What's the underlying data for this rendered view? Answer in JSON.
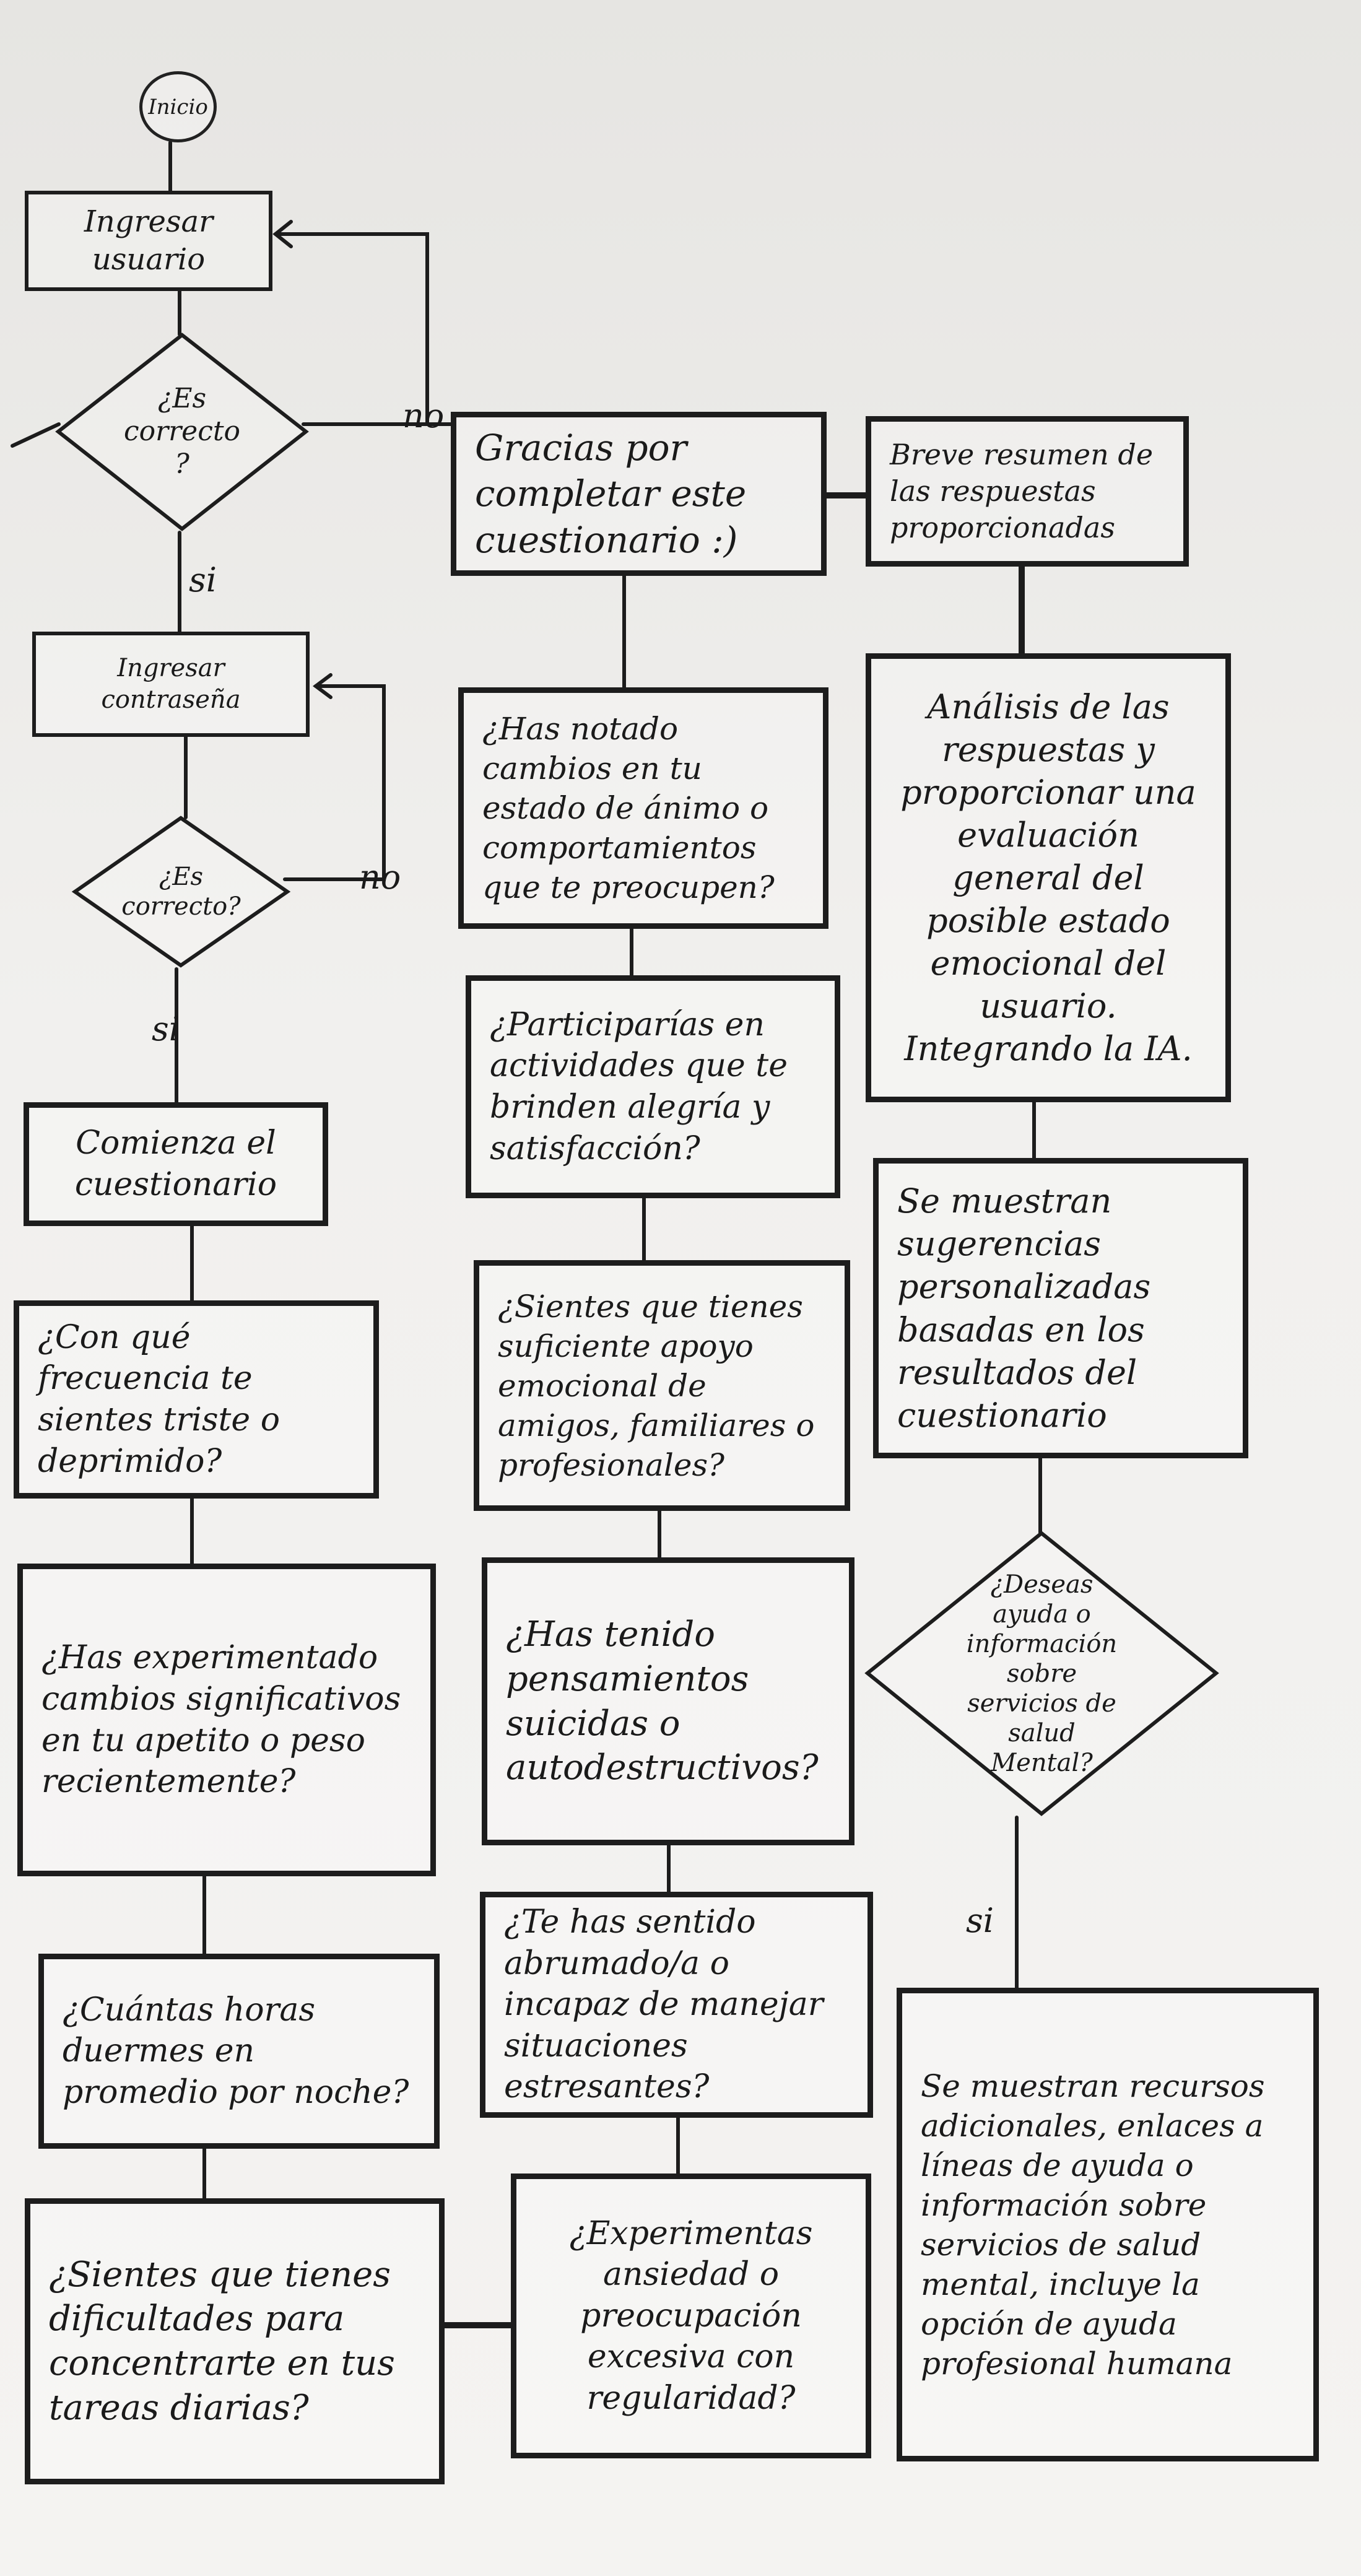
{
  "start": "Inicio",
  "nodes": {
    "ingresar_usuario": "Ingresar usuario",
    "es_correcto_1": "¿Es correcto ?",
    "ingresar_contrasena": "Ingresar contraseña",
    "es_correcto_2": "¿Es correcto?",
    "comienza": "Comienza el cuestionario",
    "q1": "¿Con qué frecuencia te sientes triste o deprimido?",
    "q2": "¿Has experimentado cambios significativos en tu apetito o peso recientemente?",
    "q3": "¿Cuántas horas duermes en promedio por noche?",
    "q4": "¿Sientes que tienes dificultades para concentrarte en tus tareas diarias?",
    "q5": "¿Experimentas ansiedad o preocupación excesiva con regularidad?",
    "q6": "¿Te has sentido abrumado/a o incapaz de manejar situaciones estresantes?",
    "q7": "¿Has tenido pensamientos suicidas o autodestructivos?",
    "q8": "¿Sientes que tienes suficiente apoyo emocional de amigos, familiares o profesionales?",
    "q9": "¿Participarías en actividades que te brinden alegría y satisfacción?",
    "q10": "¿Has notado cambios en tu estado de ánimo o comportamientos que te preocupen?",
    "gracias": "Gracias por completar este cuestionario :)",
    "resumen": "Breve resumen de las respuestas proporcionadas",
    "analisis": "Análisis de las respuestas y proporcionar una evaluación general del posible estado emocional del usuario. Integrando la IA.",
    "sugerencias": "Se muestran sugerencias personalizadas basadas en los resultados del cuestionario",
    "desea_ayuda": "¿Deseas ayuda o información sobre servicios de salud Mental?",
    "recursos": "Se muestran recursos adicionales, enlaces a líneas de ayuda o información sobre servicios de salud mental, incluye la opción de ayuda profesional humana"
  },
  "labels": {
    "no_1": "no",
    "si_1": "si",
    "no_2": "no",
    "si_2": "si",
    "si_3": "si"
  }
}
